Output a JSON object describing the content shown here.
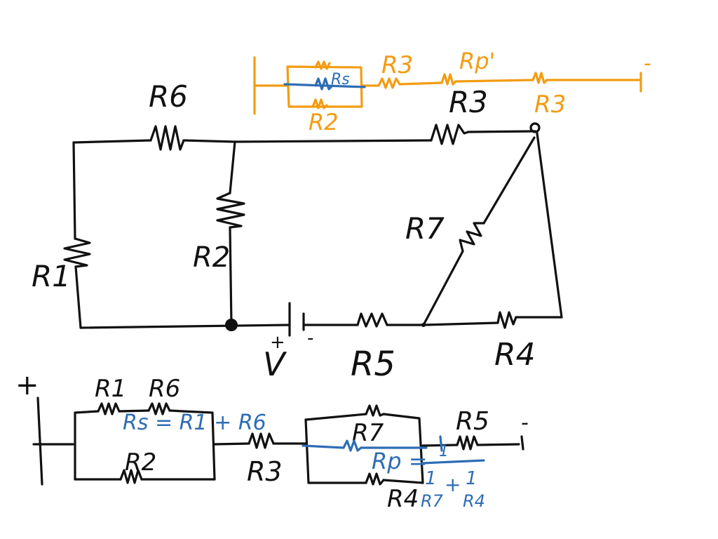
{
  "colors": {
    "black_ink": "#111111",
    "orange_ink": "#F39C12",
    "blue_ink": "#2E6DB4",
    "background": "#ffffff"
  },
  "main_circuit": {
    "r6": "R6",
    "r3": "R3",
    "r2": "R2",
    "r1": "R1",
    "r7": "R7",
    "r5": "R5",
    "r4": "R4",
    "plus": "+",
    "minus": "-",
    "source": "V"
  },
  "bottom_circuit": {
    "plus": "+",
    "minus": "-",
    "r1": "R1",
    "r6": "R6",
    "r2": "R2",
    "r3": "R3",
    "r7": "R7",
    "r5": "R5",
    "r4": "R4",
    "series_eq": "Rs = R1 + R6",
    "parallel_lhs": "Rp =",
    "parallel_num": "1",
    "parallel_den_a": "1",
    "parallel_den_b": "1",
    "parallel_den_r7": "R7",
    "parallel_den_r4": "R4",
    "parallel_plus": "+"
  },
  "top_circuit": {
    "rs": "Rs",
    "r2": "R2",
    "r3": "R3",
    "rp": "Rp'",
    "r3_right": "R3",
    "minus": "-"
  }
}
